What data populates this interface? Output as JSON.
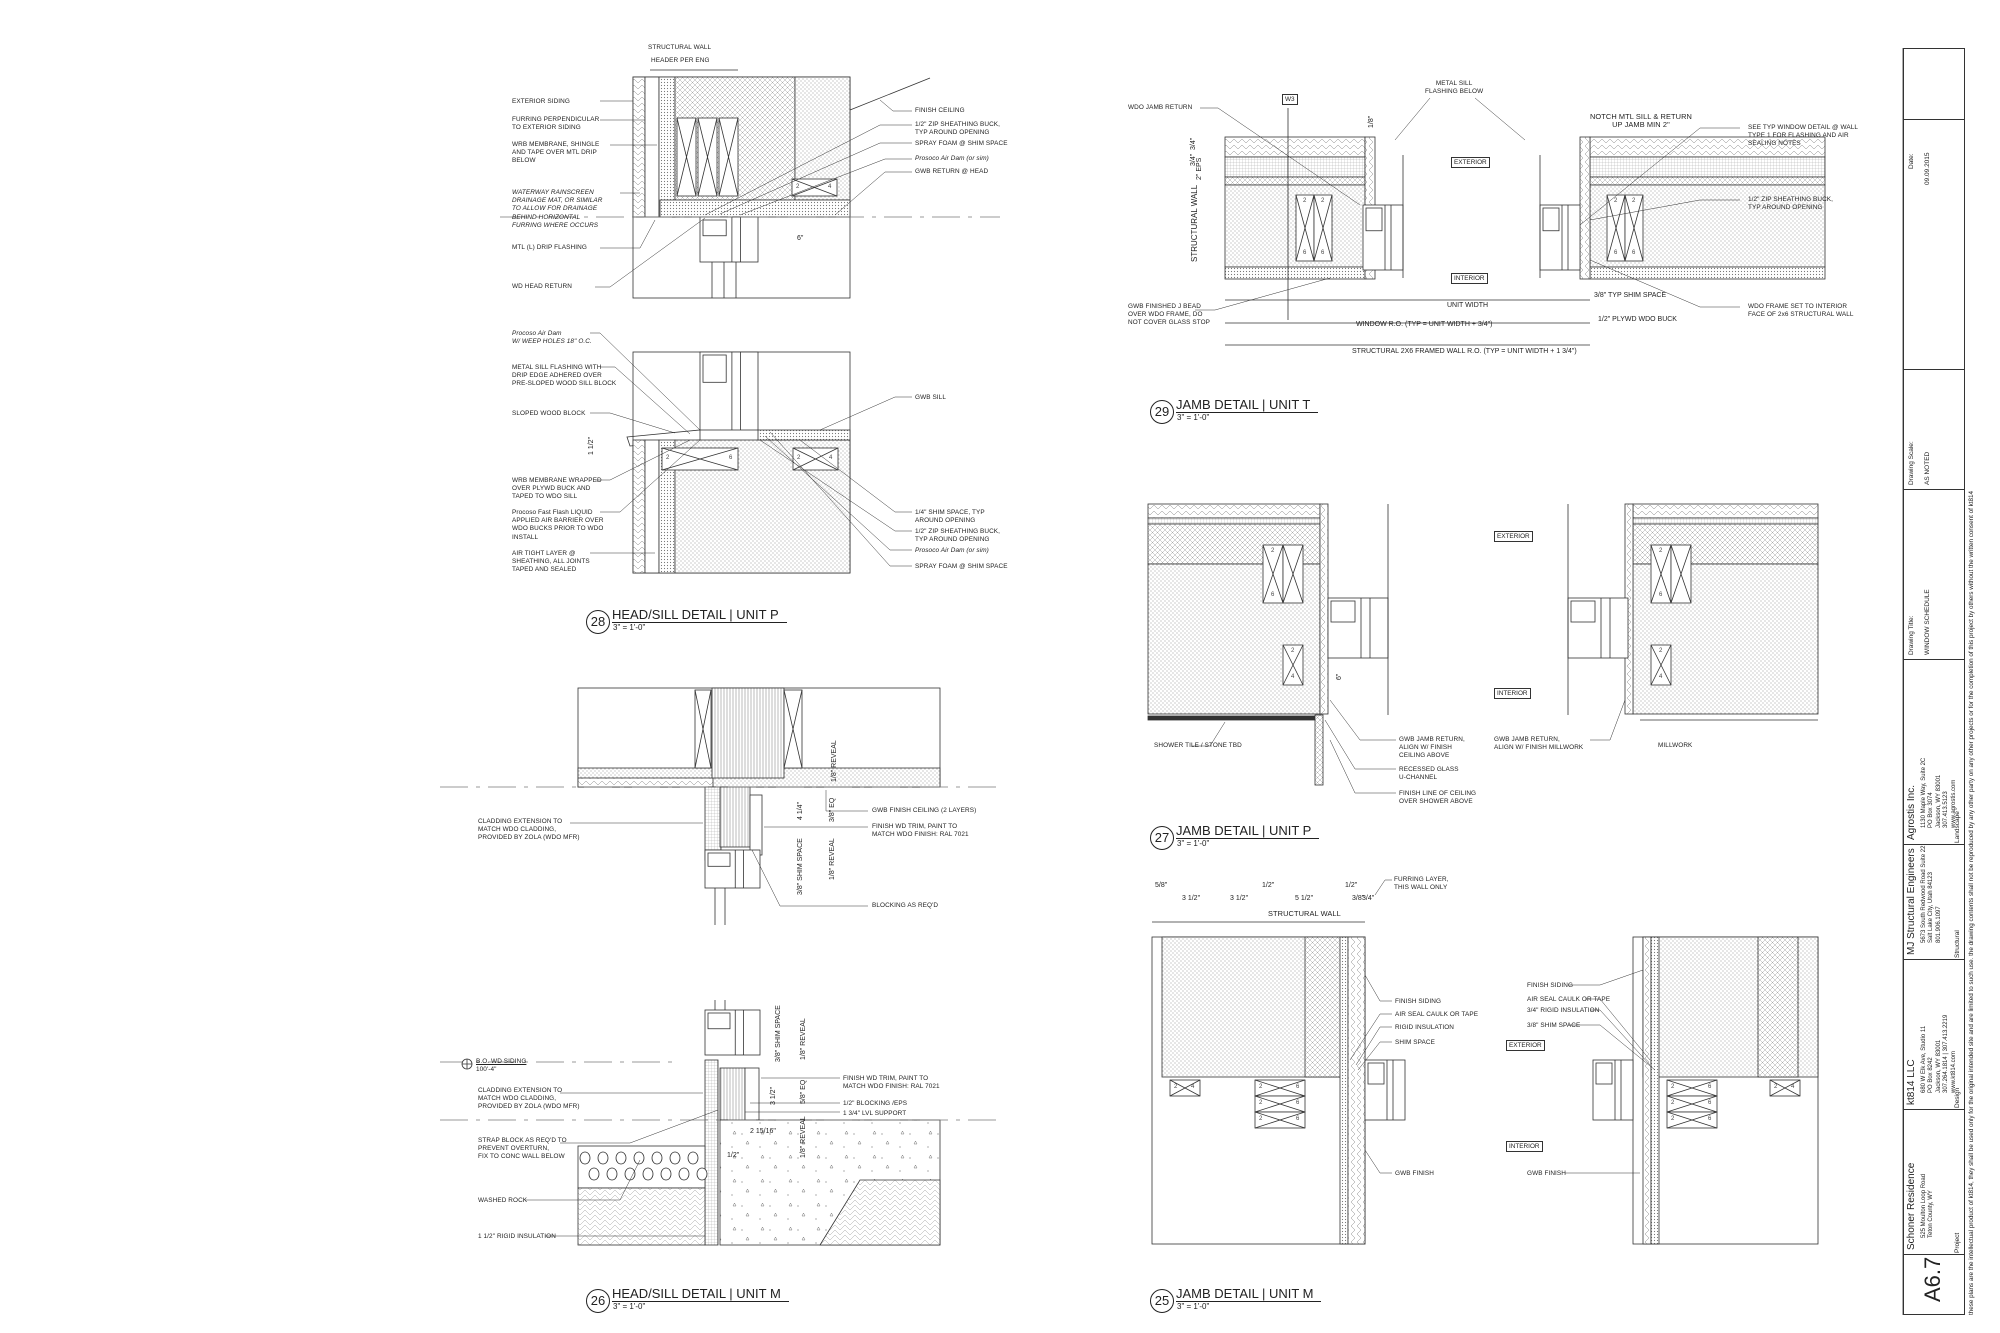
{
  "title_block": {
    "date_label": "Date:",
    "date": "09.09.2015",
    "scale_label": "Drawing Scale:",
    "scale": "AS NOTED",
    "title_label": "Drawing Title:",
    "title": "WINDOW SCHEDULE",
    "landscape": {
      "name": "Agrostis Inc.",
      "address": "1130 Maple Way, Suite 2C\nPO Box 3074\nJackson, WY 83001\n307.413.5123\nwww.agrostis.com",
      "role": "Landscape"
    },
    "structural": {
      "name": "MJ Structural Engineers",
      "address": "5673 South Redwood Road Suite 22\nSalt Lake City, Utah 84123\n801.906.1097",
      "role": "Structural"
    },
    "design": {
      "name": "kt814 LLC",
      "address": "680 W Elk Ave, Studio 11\nPO Box 8242\nJackson, WY 83001\n307.264.1814 | 307.413.2219\nwww.kt814.com",
      "role": "Design"
    },
    "project": {
      "name": "Schoner Residence",
      "address": "525 Moulton Loop Road\nTeton County, WY",
      "role": "Project"
    },
    "sheet_number": "A6.7",
    "disclaimer": "these plans are the intellectual product of kt814, they shall be used only for the original intended site and are limited to such use. the drawing contents shall not be reproduced by any other party on any other projects or for the completion of this project by others without the written consent of kt814"
  },
  "lumber": {
    "two": "2",
    "four": "4",
    "six": "6"
  },
  "d28": {
    "number": "28",
    "title": "HEAD/SILL DETAIL | UNIT P",
    "scale": "3\" = 1'-0\"",
    "head_top": [
      "STRUCTURAL WALL",
      "HEADER PER ENG"
    ],
    "head_left": [
      "EXTERIOR SIDING",
      "FURRING PERPENDICULAR\nTO EXTERIOR SIDING",
      "WRB MEMBRANE, SHINGLE\nAND TAPE OVER MTL DRIP\nBELOW",
      "WATERWAY RAINSCREEN\nDRAINAGE MAT, OR SIMILAR\nTO ALLOW FOR DRAINAGE\nBEHIND HORIZONTAL\nFURRING WHERE OCCURS",
      "MTL (L) DRIP FLASHING",
      "WD HEAD RETURN"
    ],
    "head_right": [
      "FINISH CEILING",
      "1/2\" ZIP SHEATHING BUCK,\nTYP AROUND OPENING",
      "SPRAY FOAM @ SHIM SPACE",
      "Prosoco Air Dam (or sim)",
      "GWB RETURN @ HEAD"
    ],
    "head_dim": "6\"",
    "sill_left": [
      "Procoso Air Dam\nW/ WEEP HOLES 18\" O.C.",
      "METAL SILL FLASHING WITH\nDRIP EDGE ADHERED OVER\nPRE-SLOPED WOOD SILL BLOCK",
      "SLOPED WOOD BLOCK",
      "WRB MEMBRANE WRAPPED\nOVER PLYWD BUCK AND\nTAPED TO WDO SILL",
      "Procoso Fast Flash LIQUID\nAPPLIED AIR BARRIER OVER\nWDO BUCKS PRIOR TO WDO\nINSTALL",
      "AIR TIGHT LAYER @\nSHEATHING, ALL JOINTS\nTAPED AND SEALED"
    ],
    "sill_right": [
      "GWB SILL",
      "1/4\" SHIM SPACE, TYP\nAROUND OPENING",
      "1/2\" ZIP SHEATHING BUCK,\nTYP AROUND OPENING",
      "Prosoco Air Dam (or sim)",
      "SPRAY FOAM @ SHIM SPACE"
    ],
    "sill_dim": "1 1/2\""
  },
  "d26": {
    "number": "26",
    "title": "HEAD/SILL DETAIL | UNIT M",
    "scale": "3\" = 1'-0\"",
    "head_left": [
      "CLADDING EXTENSION TO\nMATCH WDO CLADDING,\nPROVIDED BY ZOLA (WDO MFR)"
    ],
    "head_right": [
      "GWB FINISH CEILING (2 LAYERS)",
      "FINISH WD TRIM, PAINT TO\nMATCH WDO FINISH: RAL 7021",
      "BLOCKING AS REQ'D"
    ],
    "head_dims": [
      "1/8\" REVEAL",
      "4 1/4\"",
      "3/8\" EQ",
      "3/8\" SHIM SPACE",
      "1/8\" REVEAL"
    ],
    "level": {
      "name": "B.O. WD SIDING",
      "elev": "100'-4\""
    },
    "sill_left": [
      "CLADDING EXTENSION TO\nMATCH WDO CLADDING,\nPROVIDED BY ZOLA (WDO MFR)",
      "STRAP BLOCK AS REQ'D TO\nPREVENT OVERTURN,\nFIX TO CONC WALL BELOW",
      "WASHED ROCK",
      "1 1/2\" RIGID INSULATION"
    ],
    "sill_right": [
      "FINISH WD TRIM, PAINT TO\nMATCH WDO FINISH: RAL 7021",
      "1/2\" BLOCKING /EPS",
      "1 3/4\" LVL SUPPORT"
    ],
    "sill_dims": [
      "3/8\" SHIM SPACE",
      "1/8\" REVEAL",
      "3 1/2\"",
      "5/8\" EQ",
      "1/8\" REVEAL",
      "2 15/16\"",
      "1/2\""
    ]
  },
  "d29": {
    "number": "29",
    "title": "JAMB DETAIL | UNIT T",
    "scale": "3\" = 1'-0\"",
    "tag": "W3",
    "labels": [
      "METAL SILL\nFLASHING BELOW",
      "WDO JAMB RETURN",
      "NOTCH MTL SILL & RETURN\nUP JAMB MIN 2\"",
      "SEE TYP WINDOW DETAIL @ WALL\nTYPE 1 FOR FLASHING AND AIR\nSEALING NOTES",
      "1/2\" ZIP SHEATHING BUCK,\nTYP AROUND OPENING",
      "GWB FINISHED J BEAD\nOVER WDO FRAME, DO\nNOT COVER GLASS STOP",
      "WDO FRAME SET TO INTERIOR\nFACE OF 2x6 STRUCTURAL WALL"
    ],
    "exterior": "EXTERIOR",
    "interior": "INTERIOR",
    "dims": [
      "3/8\" TYP SHIM SPACE",
      "UNIT WIDTH",
      "1/2\" PLYWD WDO BUCK",
      "WINDOW R.O. (TYP = UNIT WIDTH + 3/4\")",
      "STRUCTURAL 2X6 FRAMED WALL R.O. (TYP = UNIT WIDTH + 1 3/4\")",
      "STRUCTURAL WALL",
      "2\" EPS",
      "3/4\"",
      "3/4\"",
      "1/8\""
    ]
  },
  "d27": {
    "number": "27",
    "title": "JAMB DETAIL | UNIT P",
    "scale": "3\" = 1'-0\"",
    "exterior": "EXTERIOR",
    "interior": "INTERIOR",
    "labels": [
      "SHOWER TILE / STONE TBD",
      "GWB JAMB RETURN,\nALIGN W/ FINISH\nCEILING ABOVE",
      "RECESSED GLASS\nU-CHANNEL",
      "FINISH LINE OF CEILING\nOVER SHOWER ABOVE",
      "GWB JAMB RETURN,\nALIGN W/ FINISH MILLWORK",
      "MILLWORK"
    ],
    "dim": "6\""
  },
  "d25": {
    "number": "25",
    "title": "JAMB DETAIL | UNIT M",
    "scale": "3\" = 1'-0\"",
    "exterior": "EXTERIOR",
    "interior": "INTERIOR",
    "dims": [
      "5/8\"",
      "3 1/2\"",
      "3 1/2\"",
      "1/2\"",
      "5 1/2\"",
      "1/2\"",
      "3/8\"",
      "3/4\""
    ],
    "structural_wall": "STRUCTURAL WALL",
    "furring": "FURRING LAYER,\nTHIS WALL ONLY",
    "left_labels": [
      "FINISH SIDING",
      "AIR SEAL CAULK OR TAPE",
      "RIGID INSULATION",
      "SHIM SPACE",
      "GWB FINISH"
    ],
    "right_labels": [
      "FINISH SIDING",
      "AIR SEAL CAULK OR TAPE",
      "3/4\" RIGID INSULATION",
      "3/8\" SHIM SPACE",
      "GWB FINISH"
    ]
  }
}
